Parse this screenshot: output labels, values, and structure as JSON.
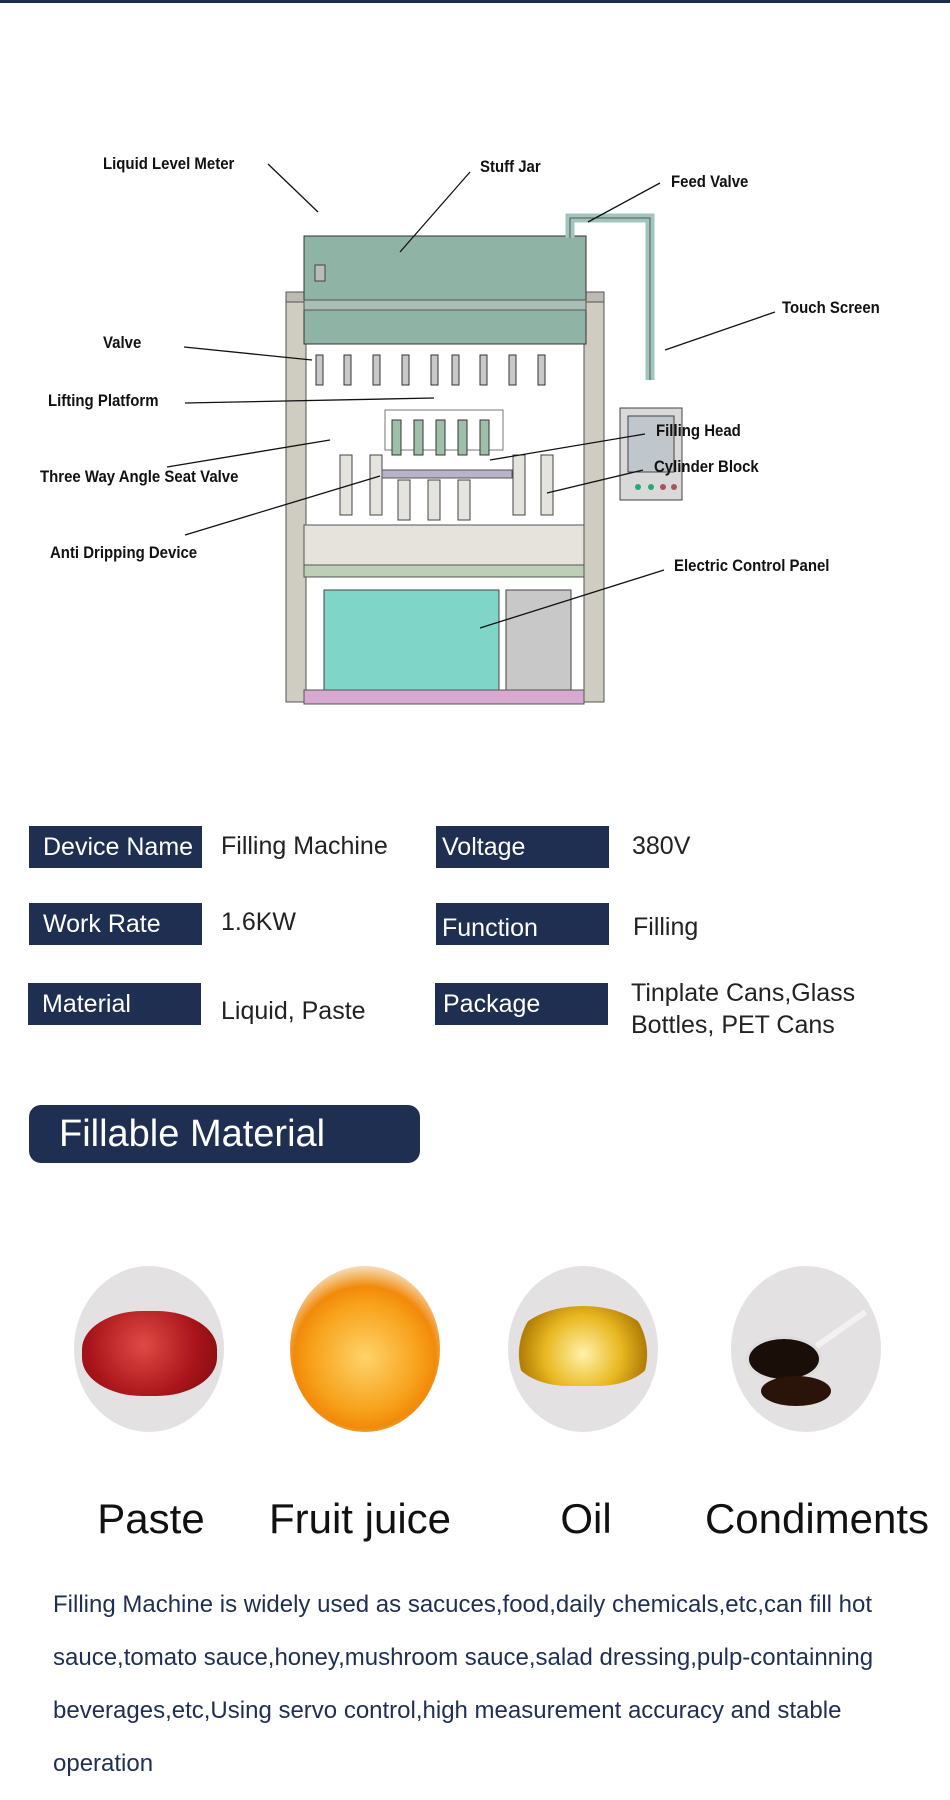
{
  "diagram": {
    "labels": {
      "liquid_level_meter": "Liquid Level Meter",
      "stuff_jar": "Stuff Jar",
      "feed_valve": "Feed Valve",
      "touch_screen": "Touch Screen",
      "valve": "Valve",
      "lifting_platform": "Lifting Platform",
      "three_way_valve": "Three Way Angle Seat Valve",
      "filling_head": "Filling Head",
      "cylinder_block": "Cylinder Block",
      "anti_dripping": "Anti Dripping Device",
      "electric_panel": "Electric Control Panel"
    }
  },
  "specs": [
    {
      "key": "Device Name",
      "value": "Filling Machine"
    },
    {
      "key": "Voltage",
      "value": "380V"
    },
    {
      "key": "Work Rate",
      "value": "1.6KW"
    },
    {
      "key": "Function",
      "value": "Filling"
    },
    {
      "key": "Material",
      "value": "Liquid, Paste"
    },
    {
      "key": "Package",
      "value": "Tinplate Cans,Glass Bottles, PET Cans"
    }
  ],
  "section_title": "Fillable Material",
  "materials": [
    {
      "label": "Paste"
    },
    {
      "label": "Fruit juice"
    },
    {
      "label": "Oil"
    },
    {
      "label": "Condiments"
    }
  ],
  "description": "Filling Machine is widely used as sacuces,food,daily chemicals,etc,can fill hot sauce,tomato sauce,honey,mushroom sauce,salad dressing,pulp-containning beverages,etc,Using servo control,high measurement accuracy and stable operation"
}
